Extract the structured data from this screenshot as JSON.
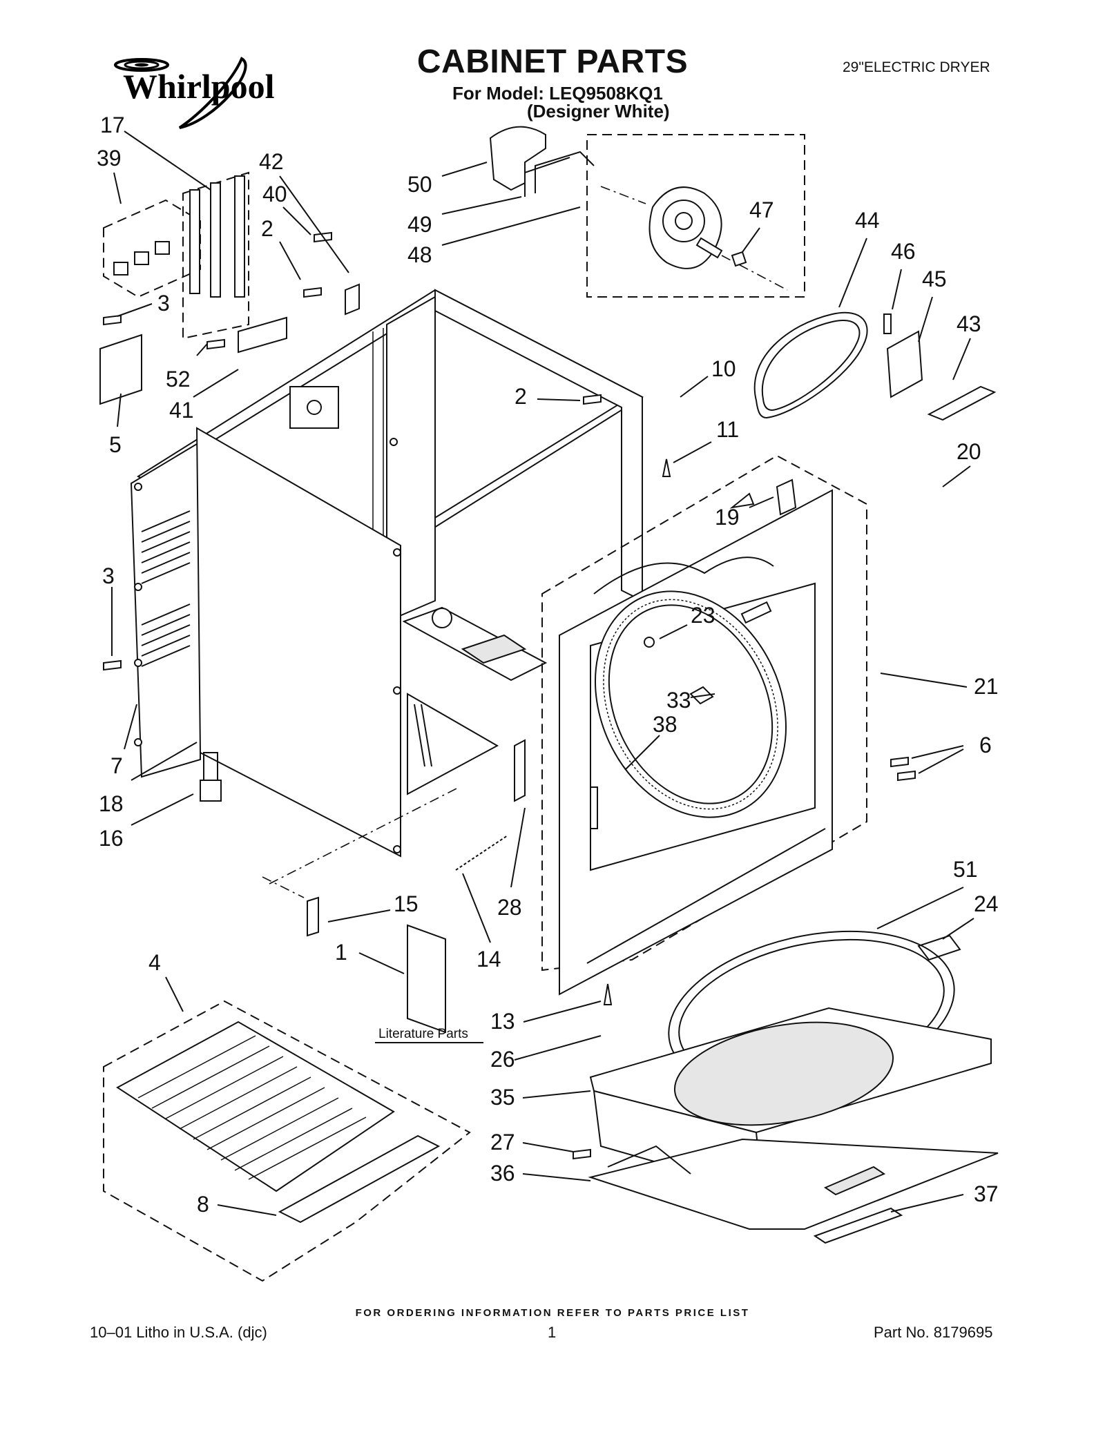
{
  "header": {
    "brand": "Whirlpool",
    "title": "CABINET PARTS",
    "model_line": "For Model: LEQ9508KQ1",
    "variant": "(Designer White)",
    "product_type": "29\"ELECTRIC DRYER"
  },
  "diagram": {
    "literature_label": "Literature Parts",
    "callouts": [
      "17",
      "39",
      "42",
      "40",
      "2",
      "3",
      "52",
      "41",
      "5",
      "3",
      "7",
      "18",
      "16",
      "50",
      "49",
      "48",
      "47",
      "44",
      "46",
      "45",
      "43",
      "10",
      "2",
      "11",
      "20",
      "19",
      "23",
      "33",
      "38",
      "21",
      "6",
      "15",
      "1",
      "28",
      "14",
      "4",
      "8",
      "51",
      "24",
      "13",
      "26",
      "35",
      "27",
      "36",
      "37"
    ]
  },
  "footer": {
    "ordering_note": "FOR ORDERING INFORMATION REFER TO PARTS PRICE LIST",
    "litho": "10–01 Litho in U.S.A. (djc)",
    "page": "1",
    "part_no": "Part No. 8179695"
  }
}
